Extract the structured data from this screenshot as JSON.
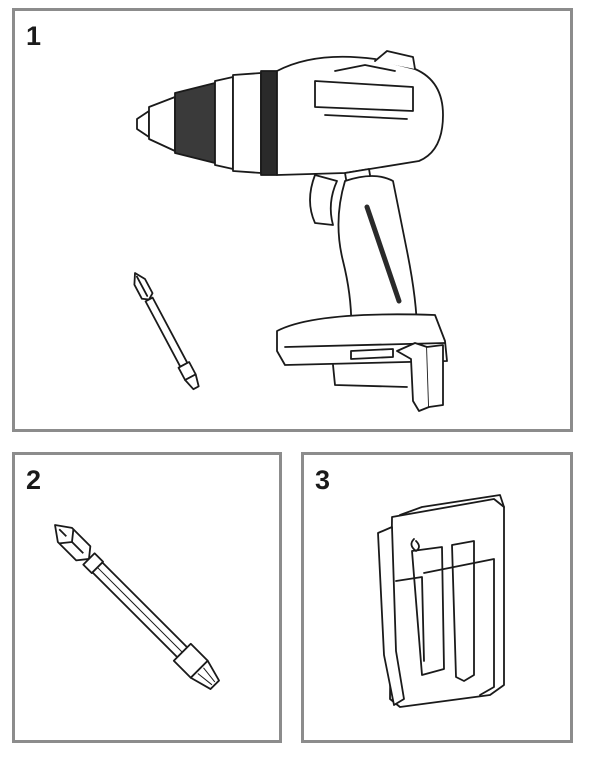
{
  "panels": [
    {
      "number": "1",
      "item": "drill-with-bit"
    },
    {
      "number": "2",
      "item": "screwdriver-bit"
    },
    {
      "number": "3",
      "item": "belt-clip"
    }
  ],
  "colors": {
    "border": "#8c8c8c",
    "ink": "#1a1a1a",
    "background": "#ffffff"
  }
}
